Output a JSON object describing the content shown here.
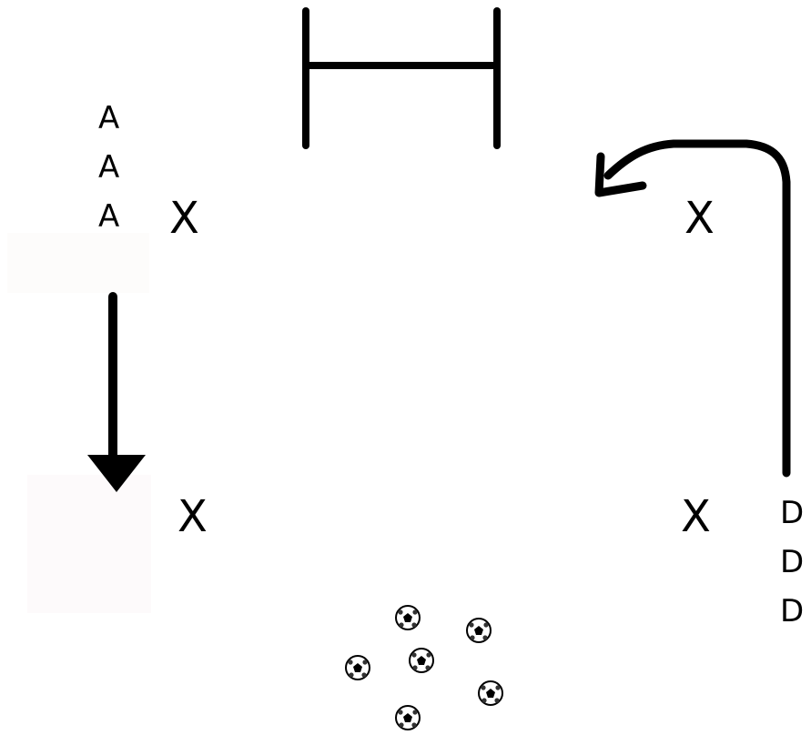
{
  "players": {
    "attackers": [
      "A",
      "A",
      "A"
    ],
    "defenders": [
      "D",
      "D",
      "D"
    ]
  },
  "markers": {
    "top_left": "X",
    "top_right": "X",
    "bottom_left": "X",
    "bottom_right": "X"
  },
  "balls": {
    "count": 6,
    "icon": "soccer-ball-icon"
  },
  "goal": {
    "icon": "goal-icon"
  },
  "arrows": {
    "attacker_run": "down-arrow-icon",
    "defender_run": "curved-arrow-icon"
  },
  "colors": {
    "ink": "#000000",
    "background": "#ffffff",
    "patch_a": "#fdfcfb",
    "patch_b": "#fdfafb"
  }
}
